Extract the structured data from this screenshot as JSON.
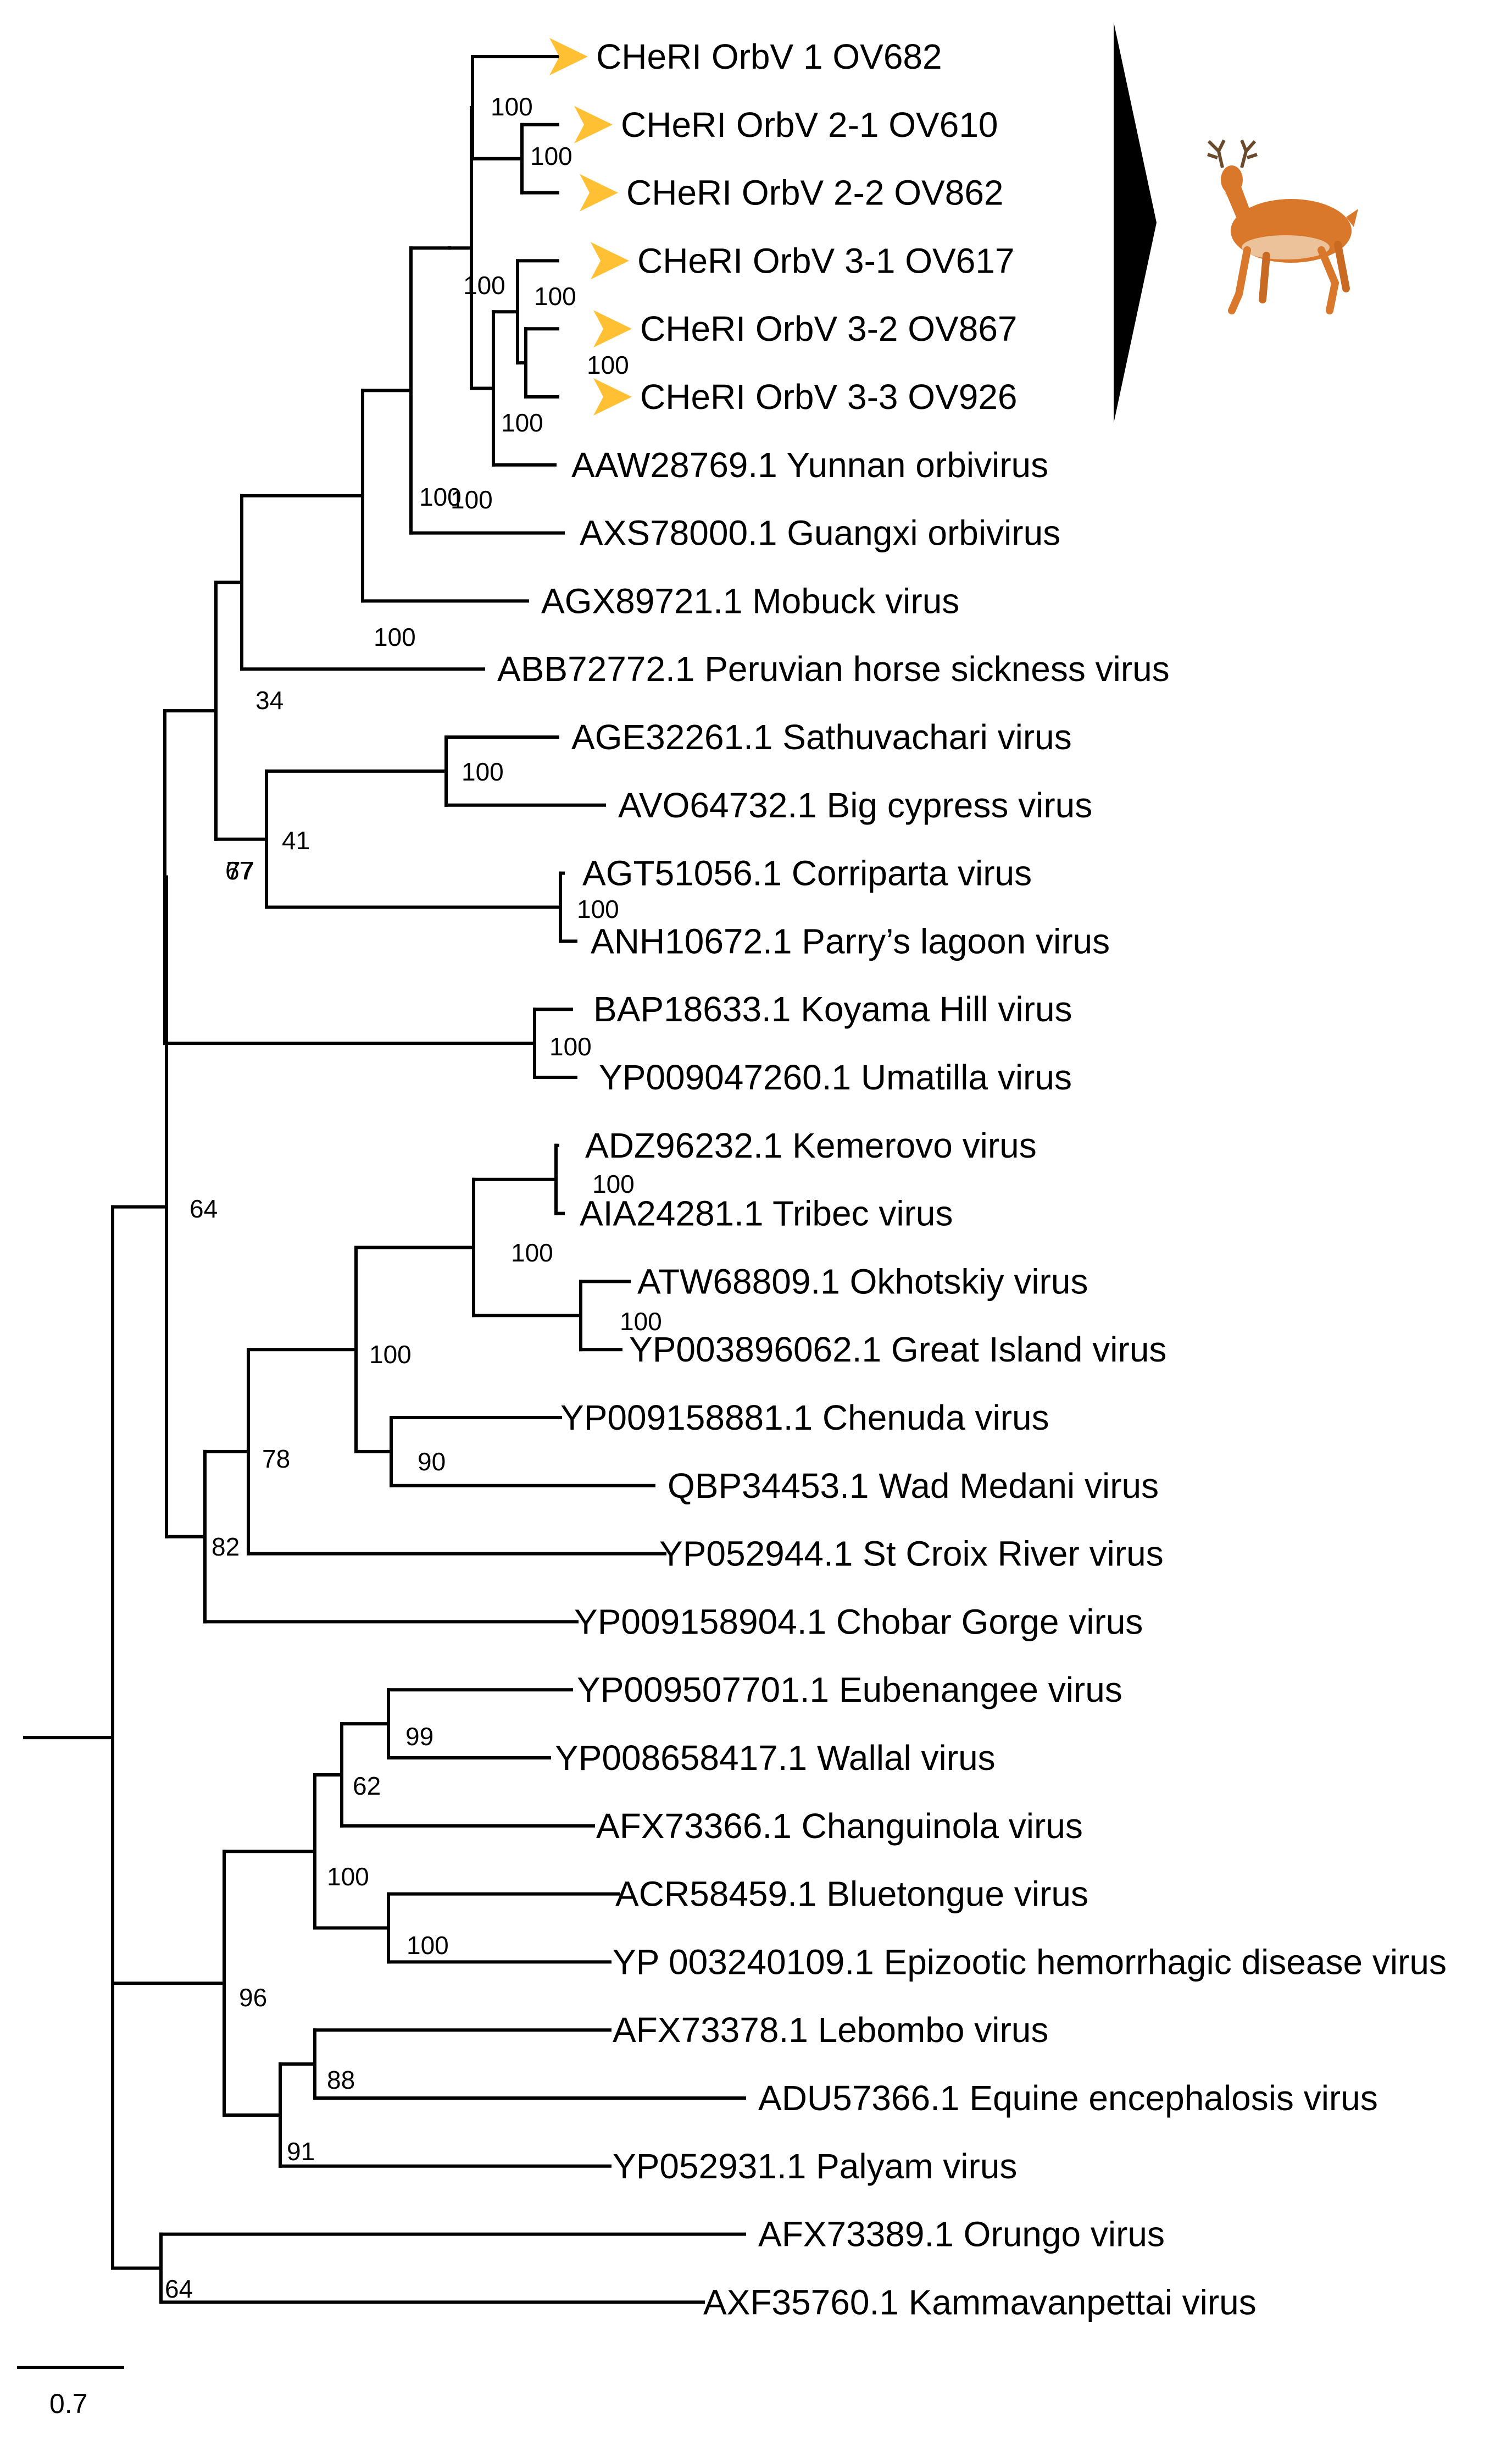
{
  "tips": [
    {
      "id": "ov682",
      "label": "CHeRI OrbV 1 OV682",
      "highlight": true
    },
    {
      "id": "ov610",
      "label": "CHeRI OrbV 2-1 OV610",
      "highlight": true
    },
    {
      "id": "ov862",
      "label": "CHeRI OrbV 2-2 OV862",
      "highlight": true
    },
    {
      "id": "ov617",
      "label": "CHeRI OrbV 3-1 OV617",
      "highlight": true
    },
    {
      "id": "ov867",
      "label": "CHeRI OrbV 3-2 OV867",
      "highlight": true
    },
    {
      "id": "ov926",
      "label": "CHeRI OrbV 3-3 OV926",
      "highlight": true
    },
    {
      "id": "aaw28769",
      "label": "AAW28769.1  Yunnan orbivirus"
    },
    {
      "id": "axs78000",
      "label": "AXS78000.1  Guangxi orbivirus"
    },
    {
      "id": "agx89721",
      "label": "AGX89721.1  Mobuck virus"
    },
    {
      "id": "abb72772",
      "label": "ABB72772.1  Peruvian horse sickness virus"
    },
    {
      "id": "age32261",
      "label": "AGE32261.1  Sathuvachari virus"
    },
    {
      "id": "avo64732",
      "label": "AVO64732.1  Big cypress virus"
    },
    {
      "id": "agt51056",
      "label": "AGT51056.1  Corriparta virus"
    },
    {
      "id": "anh10672",
      "label": "ANH10672.1  Parry’s lagoon virus"
    },
    {
      "id": "bap18633",
      "label": "BAP18633.1  Koyama Hill virus"
    },
    {
      "id": "yp009047260",
      "label": "YP009047260.1  Umatilla virus"
    },
    {
      "id": "adz96232",
      "label": "ADZ96232.1  Kemerovo virus"
    },
    {
      "id": "aia24281",
      "label": "AIA24281.1  Tribec virus"
    },
    {
      "id": "atw68809",
      "label": "ATW68809.1  Okhotskiy virus"
    },
    {
      "id": "yp003896062",
      "label": "YP003896062.1  Great Island virus"
    },
    {
      "id": "yp009158881",
      "label": "YP009158881.1  Chenuda virus"
    },
    {
      "id": "qbp34453",
      "label": "QBP34453.1  Wad Medani virus"
    },
    {
      "id": "yp052944",
      "label": "YP052944.1  St Croix River virus"
    },
    {
      "id": "yp009158904",
      "label": "YP009158904.1  Chobar Gorge virus"
    },
    {
      "id": "yp009507701",
      "label": "YP009507701.1  Eubenangee virus"
    },
    {
      "id": "yp008658417",
      "label": "YP008658417.1  Wallal virus"
    },
    {
      "id": "afx73366",
      "label": "AFX73366.1  Changuinola virus"
    },
    {
      "id": "acr58459",
      "label": "ACR58459.1  Bluetongue virus"
    },
    {
      "id": "yp003240109",
      "label": "YP 003240109.1  Epizootic hemorrhagic disease virus"
    },
    {
      "id": "afx73378",
      "label": "AFX73378.1  Lebombo virus"
    },
    {
      "id": "adu57366",
      "label": "ADU57366.1  Equine encephalosis virus"
    },
    {
      "id": "yp052931",
      "label": "YP052931.1  Palyam virus"
    },
    {
      "id": "afx73389",
      "label": "AFX73389.1  Orungo virus"
    },
    {
      "id": "axf35760",
      "label": "AXF35760.1  Kammavanpettai virus"
    }
  ],
  "bootstrap": [
    {
      "node": "ov610-ov862",
      "value": "100"
    },
    {
      "node": "ov867-ov926",
      "value": "100"
    },
    {
      "node": "ov617-clade",
      "value": "100"
    },
    {
      "node": "orbv1-orbv2",
      "value": "100"
    },
    {
      "node": "orbv3-yunnan",
      "value": "100"
    },
    {
      "node": "cheri-all",
      "value": "100"
    },
    {
      "node": "guangxi-clade",
      "value": "100"
    },
    {
      "node": "mobuck-clade",
      "value": "100"
    },
    {
      "node": "phs-clade",
      "value": "100"
    },
    {
      "node": "sathuvachari-bigcypress",
      "value": "100"
    },
    {
      "node": "corriparta-parrys",
      "value": "100"
    },
    {
      "node": "corriparta-group",
      "value": "41"
    },
    {
      "node": "phs-sathuvachari",
      "value": "34"
    },
    {
      "node": "koyama-umatilla",
      "value": "100"
    },
    {
      "node": "group-77",
      "value": "77"
    },
    {
      "node": "kemerovo-tribec",
      "value": "100"
    },
    {
      "node": "okhotskiy-greatisland",
      "value": "100"
    },
    {
      "node": "kemerovo-great",
      "value": "100"
    },
    {
      "node": "chenuda-wadmedani",
      "value": "90"
    },
    {
      "node": "kemerovo-chenuda",
      "value": "100"
    },
    {
      "node": "stcroix-group",
      "value": "78"
    },
    {
      "node": "chobar-group",
      "value": "82"
    },
    {
      "node": "upper-group",
      "value": "67"
    },
    {
      "node": "eubenangee-wallal",
      "value": "99"
    },
    {
      "node": "changuinola-group",
      "value": "62"
    },
    {
      "node": "bluetongue-ehd",
      "value": "100"
    },
    {
      "node": "bluetongue-changuinola",
      "value": "100"
    },
    {
      "node": "lebombo-equine",
      "value": "88"
    },
    {
      "node": "palyam-group",
      "value": "91"
    },
    {
      "node": "culicoides-group",
      "value": "96"
    },
    {
      "node": "ingroup",
      "value": "64"
    },
    {
      "node": "orungo-kammavanpettai",
      "value": "64"
    }
  ],
  "scale_bar": {
    "label": "0.7"
  },
  "legend": {
    "host": "deer",
    "host_icon": "deer-icon",
    "bracket_icon": "triangle-bracket-icon"
  },
  "colors": {
    "highlight_arrow": "#FFC133",
    "tree": "#000000",
    "bracket": "#000000",
    "deer_body": "#D9772B"
  }
}
